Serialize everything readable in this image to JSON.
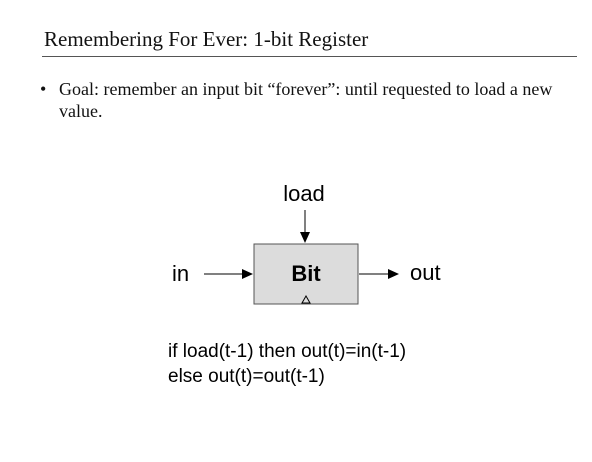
{
  "slide": {
    "title": "Remembering For Ever: 1-bit Register",
    "bullet_marker": "•",
    "bullet_text": "Goal: remember an input bit “forever”: until requested to load a new value."
  },
  "diagram": {
    "box_label": "Bit",
    "load_label": "load",
    "input_label": "in",
    "output_label": "out",
    "box_fill": "#dcdcdc",
    "clock_icon": "triangle-clock-icon"
  },
  "logic": {
    "line1": "if load(t-1) then out(t)=in(t-1)",
    "line2": "else out(t)=out(t-1)"
  }
}
